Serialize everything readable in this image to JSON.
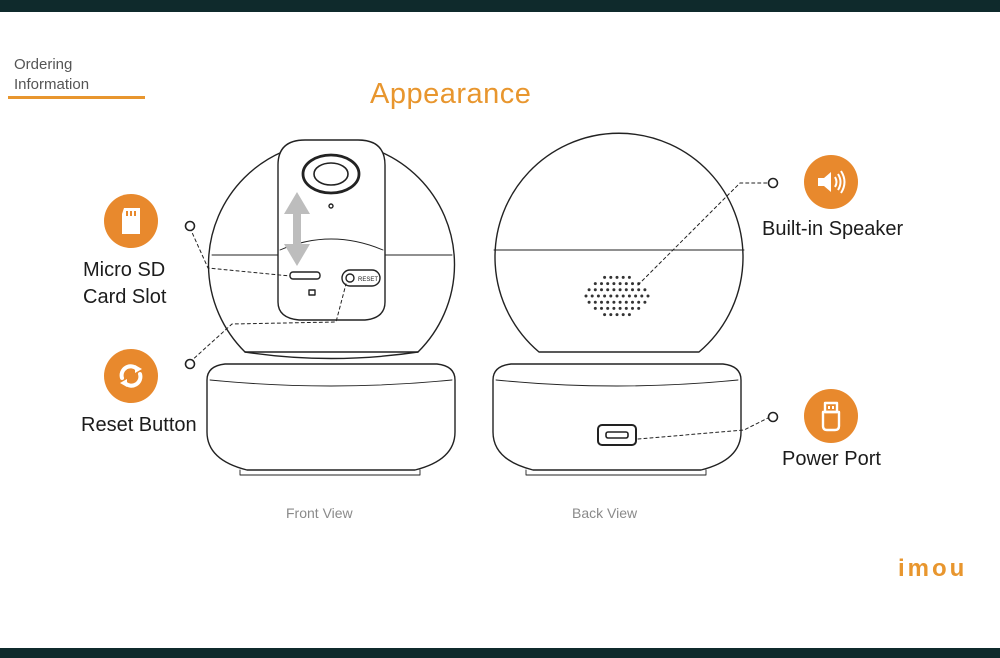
{
  "header": {
    "section_line1": "Ordering",
    "section_line2": "Information",
    "title": "Appearance"
  },
  "front": {
    "caption": "Front View",
    "sd_label_line1": "Micro SD",
    "sd_label_line2": "Card Slot",
    "reset_label": "Reset Button"
  },
  "back": {
    "caption": "Back View",
    "speaker_label": "Built-in Speaker",
    "power_label": "Power Port"
  },
  "brand": {
    "logo": "imou",
    "accent_color": "#e8962e",
    "band_color": "#0f2a2c"
  },
  "icons": [
    "sd-card-icon",
    "reset-icon",
    "speaker-icon",
    "usb-port-icon"
  ]
}
